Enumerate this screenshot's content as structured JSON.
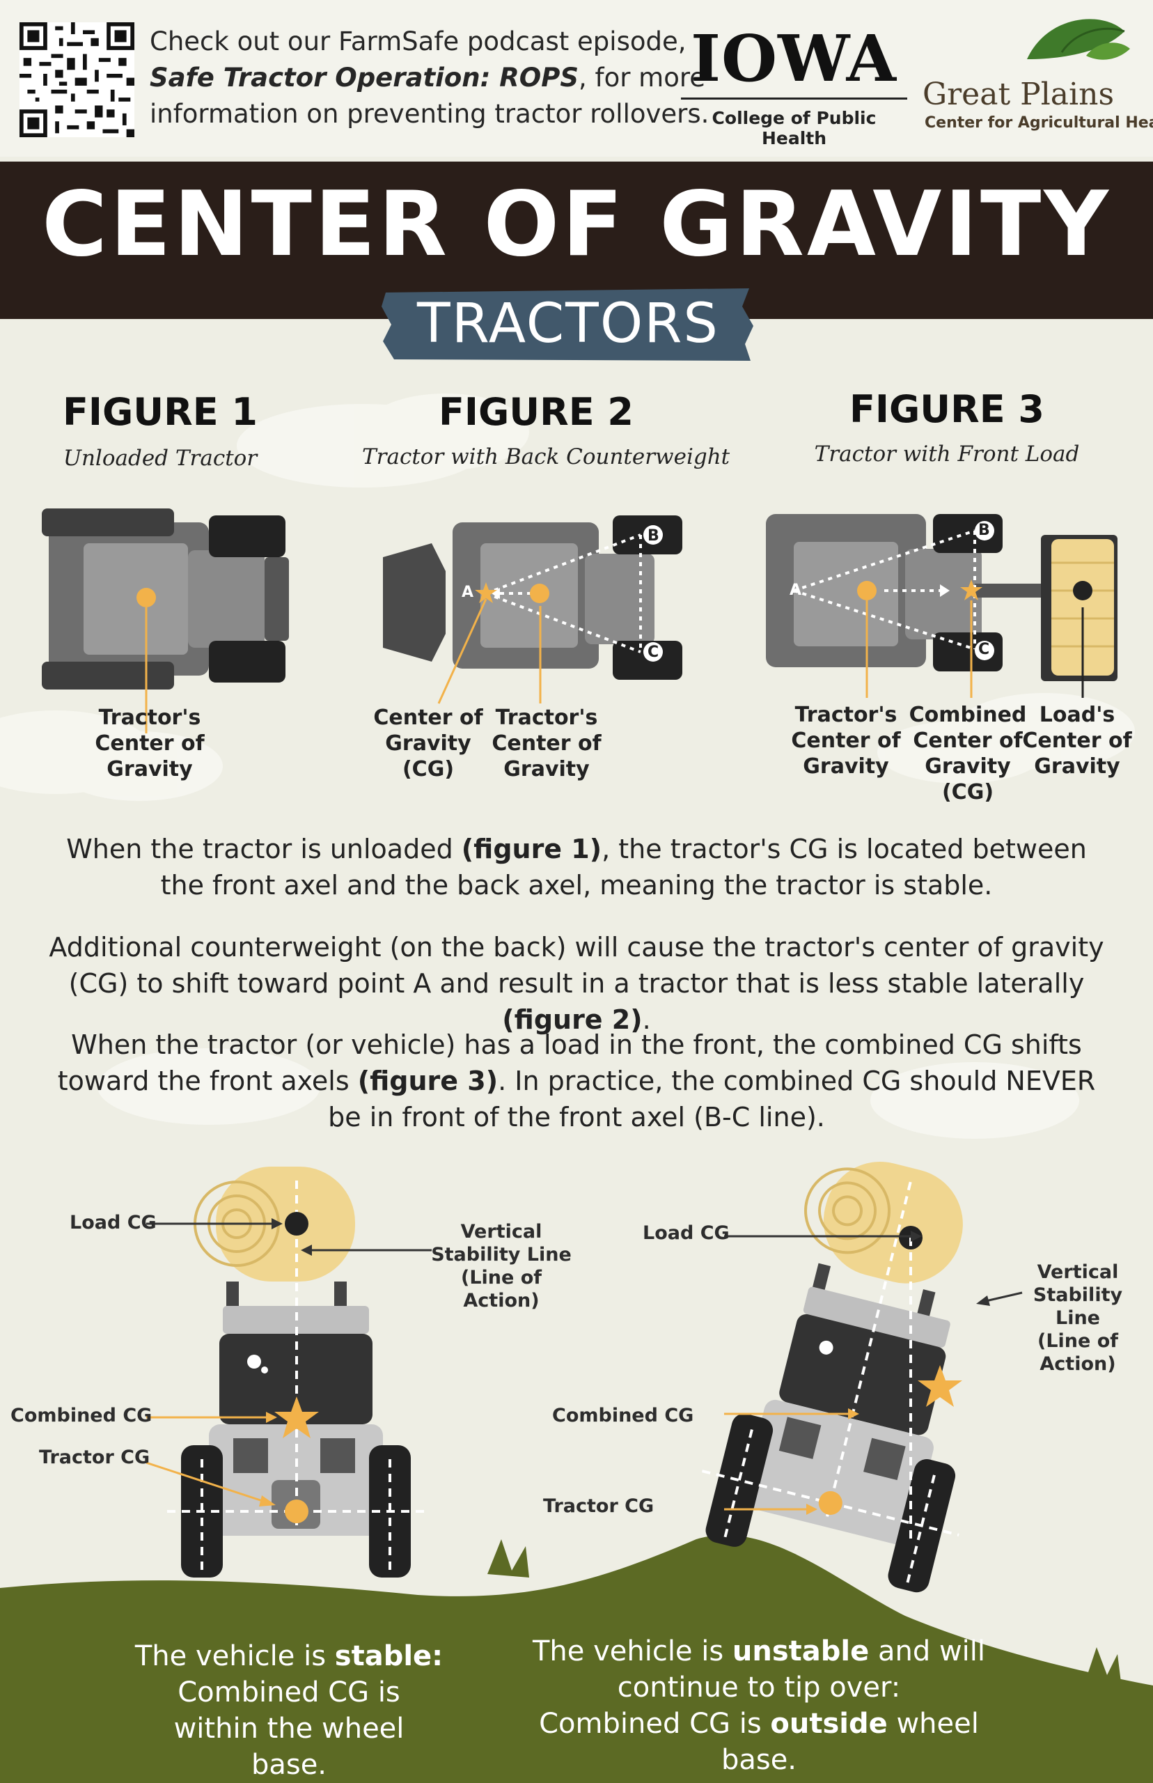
{
  "header": {
    "promo_line1": "Check out our FarmSafe podcast episode,",
    "promo_episode": "Safe Tractor Operation: ROPS",
    "promo_line2_rest": ", for more",
    "promo_line3": "information on preventing tractor rollovers.",
    "iowa_title": "IOWA",
    "iowa_subtitle": "College of Public Health",
    "gp_name": "Great Plains",
    "gp_subtitle": "Center for Agricultural Health"
  },
  "banner": {
    "title": "CENTER OF GRAVITY",
    "subtitle": "TRACTORS"
  },
  "figures": [
    {
      "title": "FIGURE 1",
      "caption": "Unloaded Tractor",
      "labels": [
        "Tractor's\nCenter of\nGravity"
      ]
    },
    {
      "title": "FIGURE 2",
      "caption": "Tractor with Back Counterweight",
      "labels": [
        "Center of\nGravity\n(CG)",
        "Tractor's\nCenter of\nGravity"
      ],
      "points": [
        "A",
        "B",
        "C"
      ]
    },
    {
      "title": "FIGURE 3",
      "caption": "Tractor with Front Load",
      "labels": [
        "Tractor's\nCenter of\nGravity",
        "Combined\nCenter of\nGravity\n(CG)",
        "Load's\nCenter of\nGravity"
      ],
      "points": [
        "A",
        "B",
        "C"
      ]
    }
  ],
  "paragraphs": {
    "p1_a": "When the tractor is unloaded ",
    "p1_b": "(figure 1)",
    "p1_c": ", the tractor's CG is located between the front axel and the back axel, meaning the tractor is stable.",
    "p2_a": "Additional counterweight (on the back) will cause the tractor's center of gravity (CG) to shift toward point A and result in a tractor that is less stable laterally ",
    "p2_b": "(figure 2)",
    "p2_c": ".",
    "p3_a": "When the tractor (or vehicle) has a load in the front, the combined CG shifts toward the front axels ",
    "p3_b": "(figure 3)",
    "p3_c": ". In practice, the combined CG should NEVER be in front of the front axel (B-C line)."
  },
  "bottom": {
    "left": {
      "load_cg": "Load CG",
      "vertical_line": "Vertical\nStability Line\n(Line of Action)",
      "combined_cg": "Combined CG",
      "tractor_cg": "Tractor CG",
      "caption_a": "The vehicle is ",
      "caption_b": "stable:",
      "caption_c": "Combined CG is within the wheel base."
    },
    "right": {
      "load_cg": "Load CG",
      "vertical_line": "Vertical\nStability Line\n(Line of\nAction)",
      "combined_cg": "Combined CG",
      "tractor_cg": "Tractor CG",
      "caption_a": "The vehicle is ",
      "caption_b": "unstable",
      "caption_c": " and will continue to tip over:",
      "caption_d": "Combined CG is ",
      "caption_e": "outside",
      "caption_f": " wheel base."
    }
  },
  "colors": {
    "banner": "#2a1e19",
    "subtitle_bg": "#41586b",
    "cg_orange": "#f2b24a",
    "grass": "#5c6a24",
    "hay": "#f0d690"
  }
}
